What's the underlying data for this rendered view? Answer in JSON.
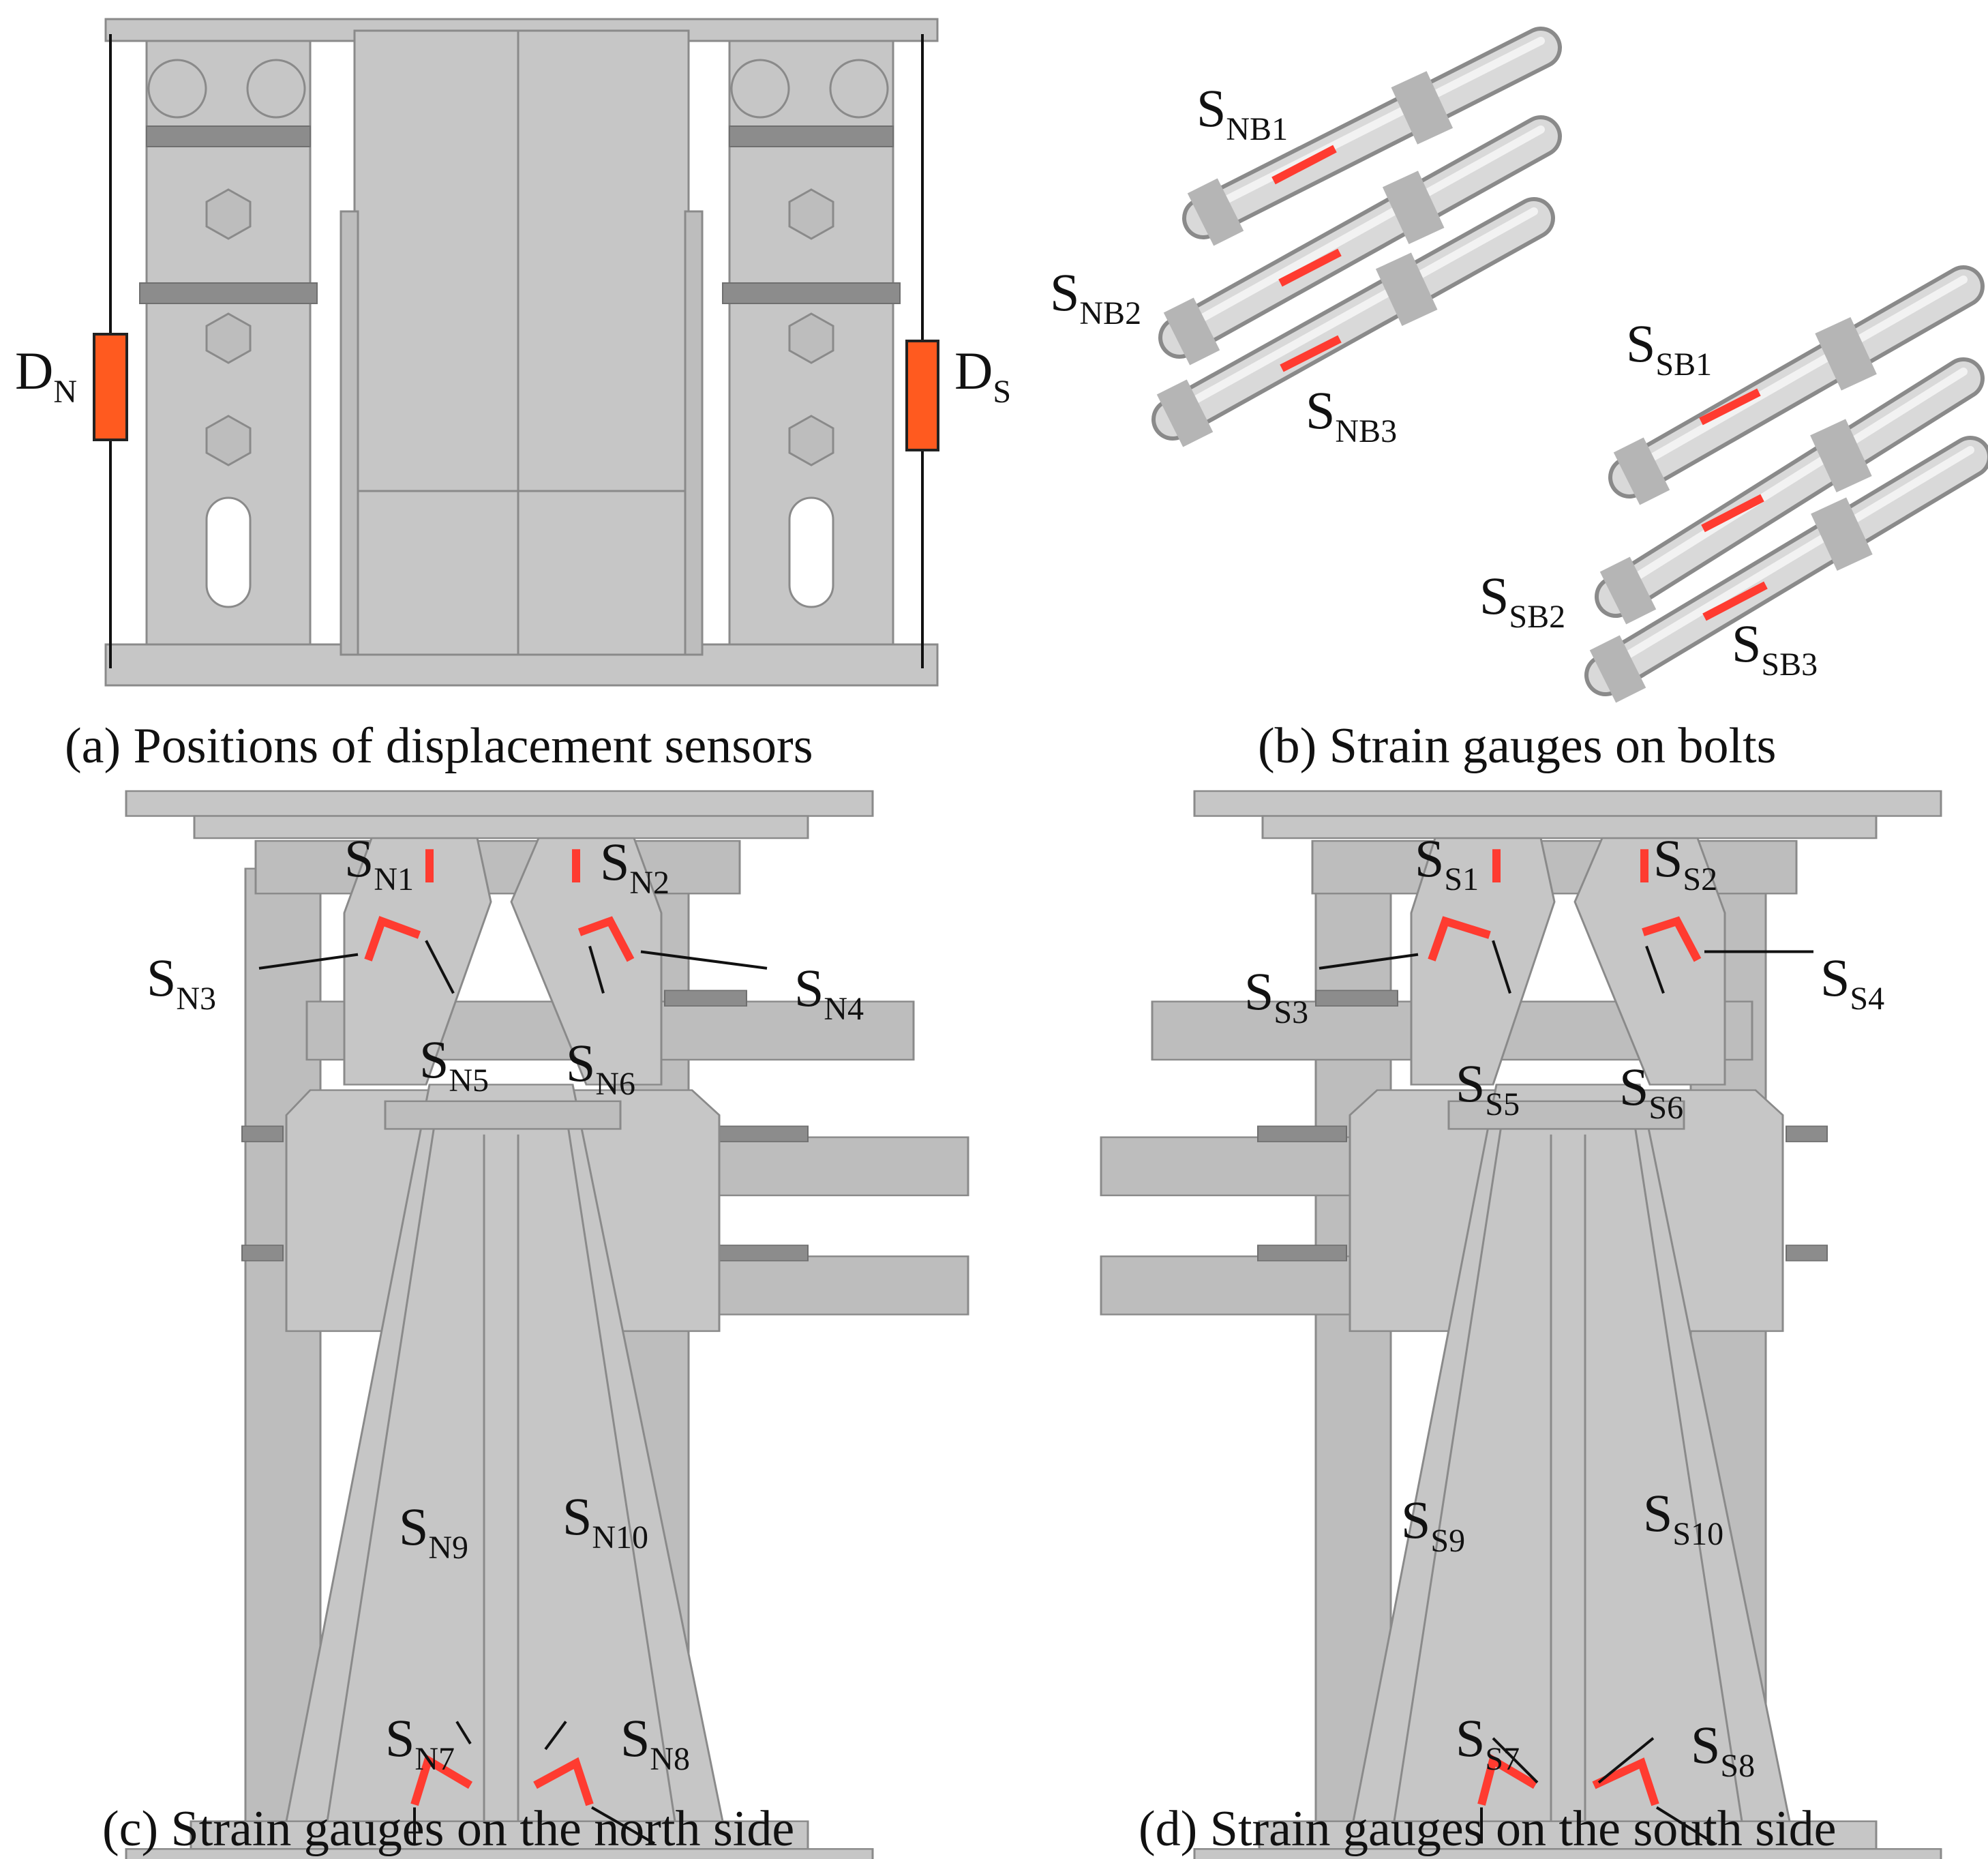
{
  "panels": {
    "a": {
      "caption": "(a) Positions of displacement sensors",
      "sensors": [
        {
          "main": "D",
          "sub": "N"
        },
        {
          "main": "D",
          "sub": "S"
        }
      ]
    },
    "b": {
      "caption": "(b) Strain gauges on bolts",
      "labels": [
        {
          "main": "S",
          "sub": "NB1"
        },
        {
          "main": "S",
          "sub": "NB2"
        },
        {
          "main": "S",
          "sub": "NB3"
        },
        {
          "main": "S",
          "sub": "SB1"
        },
        {
          "main": "S",
          "sub": "SB2"
        },
        {
          "main": "S",
          "sub": "SB3"
        }
      ]
    },
    "c": {
      "caption": "(c) Strain gauges on the north side",
      "labels": [
        {
          "main": "S",
          "sub": "N1"
        },
        {
          "main": "S",
          "sub": "N2"
        },
        {
          "main": "S",
          "sub": "N3"
        },
        {
          "main": "S",
          "sub": "N4"
        },
        {
          "main": "S",
          "sub": "N5"
        },
        {
          "main": "S",
          "sub": "N6"
        },
        {
          "main": "S",
          "sub": "N7"
        },
        {
          "main": "S",
          "sub": "N8"
        },
        {
          "main": "S",
          "sub": "N9"
        },
        {
          "main": "S",
          "sub": "N10"
        }
      ]
    },
    "d": {
      "caption": "(d) Strain gauges on the south side",
      "labels": [
        {
          "main": "S",
          "sub": "S1"
        },
        {
          "main": "S",
          "sub": "S2"
        },
        {
          "main": "S",
          "sub": "S3"
        },
        {
          "main": "S",
          "sub": "S4"
        },
        {
          "main": "S",
          "sub": "S5"
        },
        {
          "main": "S",
          "sub": "S6"
        },
        {
          "main": "S",
          "sub": "S7"
        },
        {
          "main": "S",
          "sub": "S8"
        },
        {
          "main": "S",
          "sub": "S9"
        },
        {
          "main": "S",
          "sub": "S10"
        }
      ]
    }
  },
  "colors": {
    "gauge": "#ff3b30",
    "sensor": "#ff5a1f",
    "steel": "#c6c6c6"
  }
}
